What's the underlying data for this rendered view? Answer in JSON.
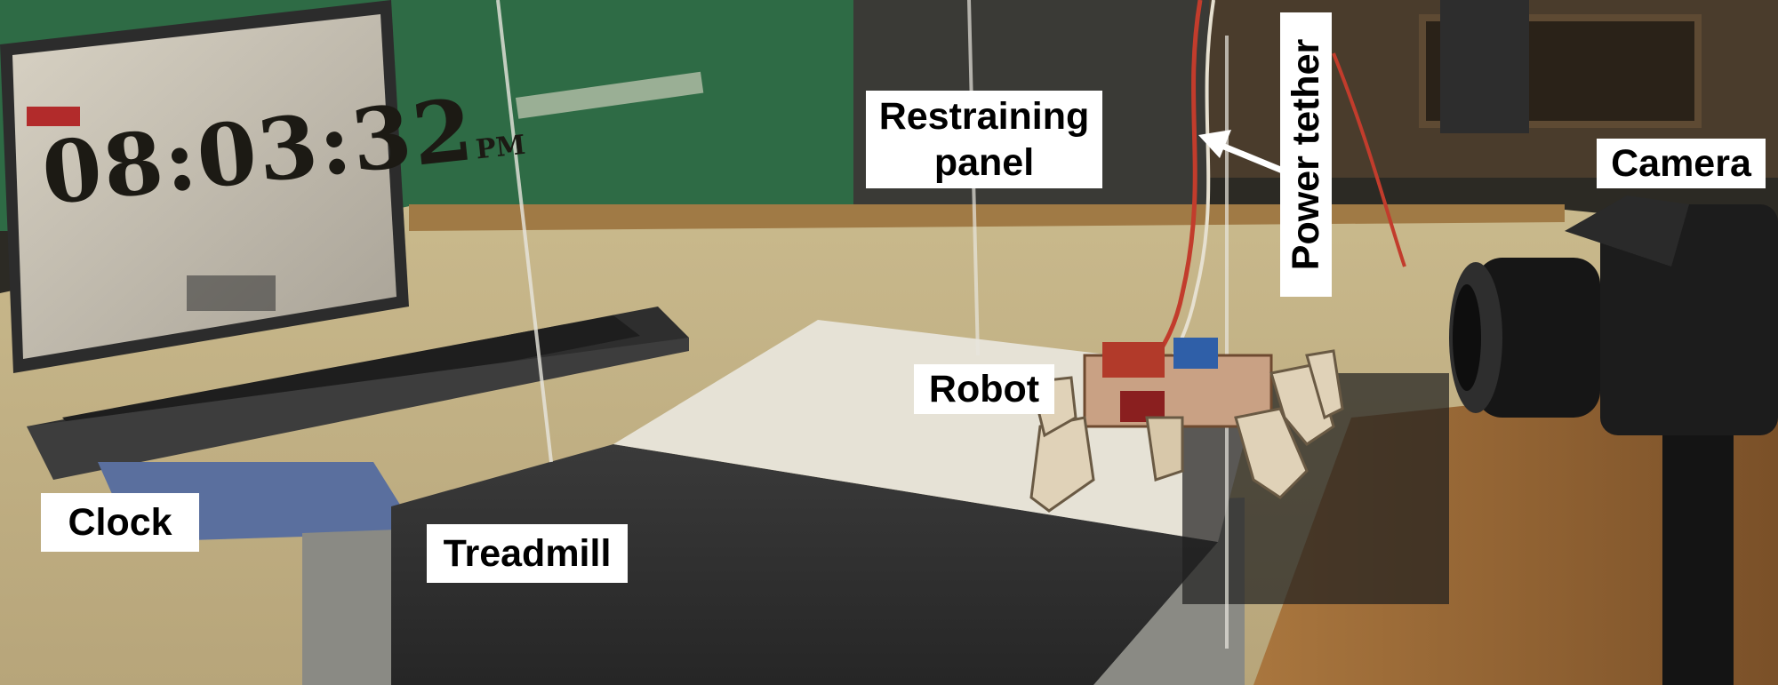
{
  "labels": {
    "restraining_panel": [
      "Restraining",
      "panel"
    ],
    "power_tether": "Power tether",
    "camera": "Camera",
    "robot": "Robot",
    "clock": "Clock",
    "treadmill": "Treadmill"
  },
  "screen": {
    "time": "08:03:32",
    "meridiem": "PM"
  }
}
